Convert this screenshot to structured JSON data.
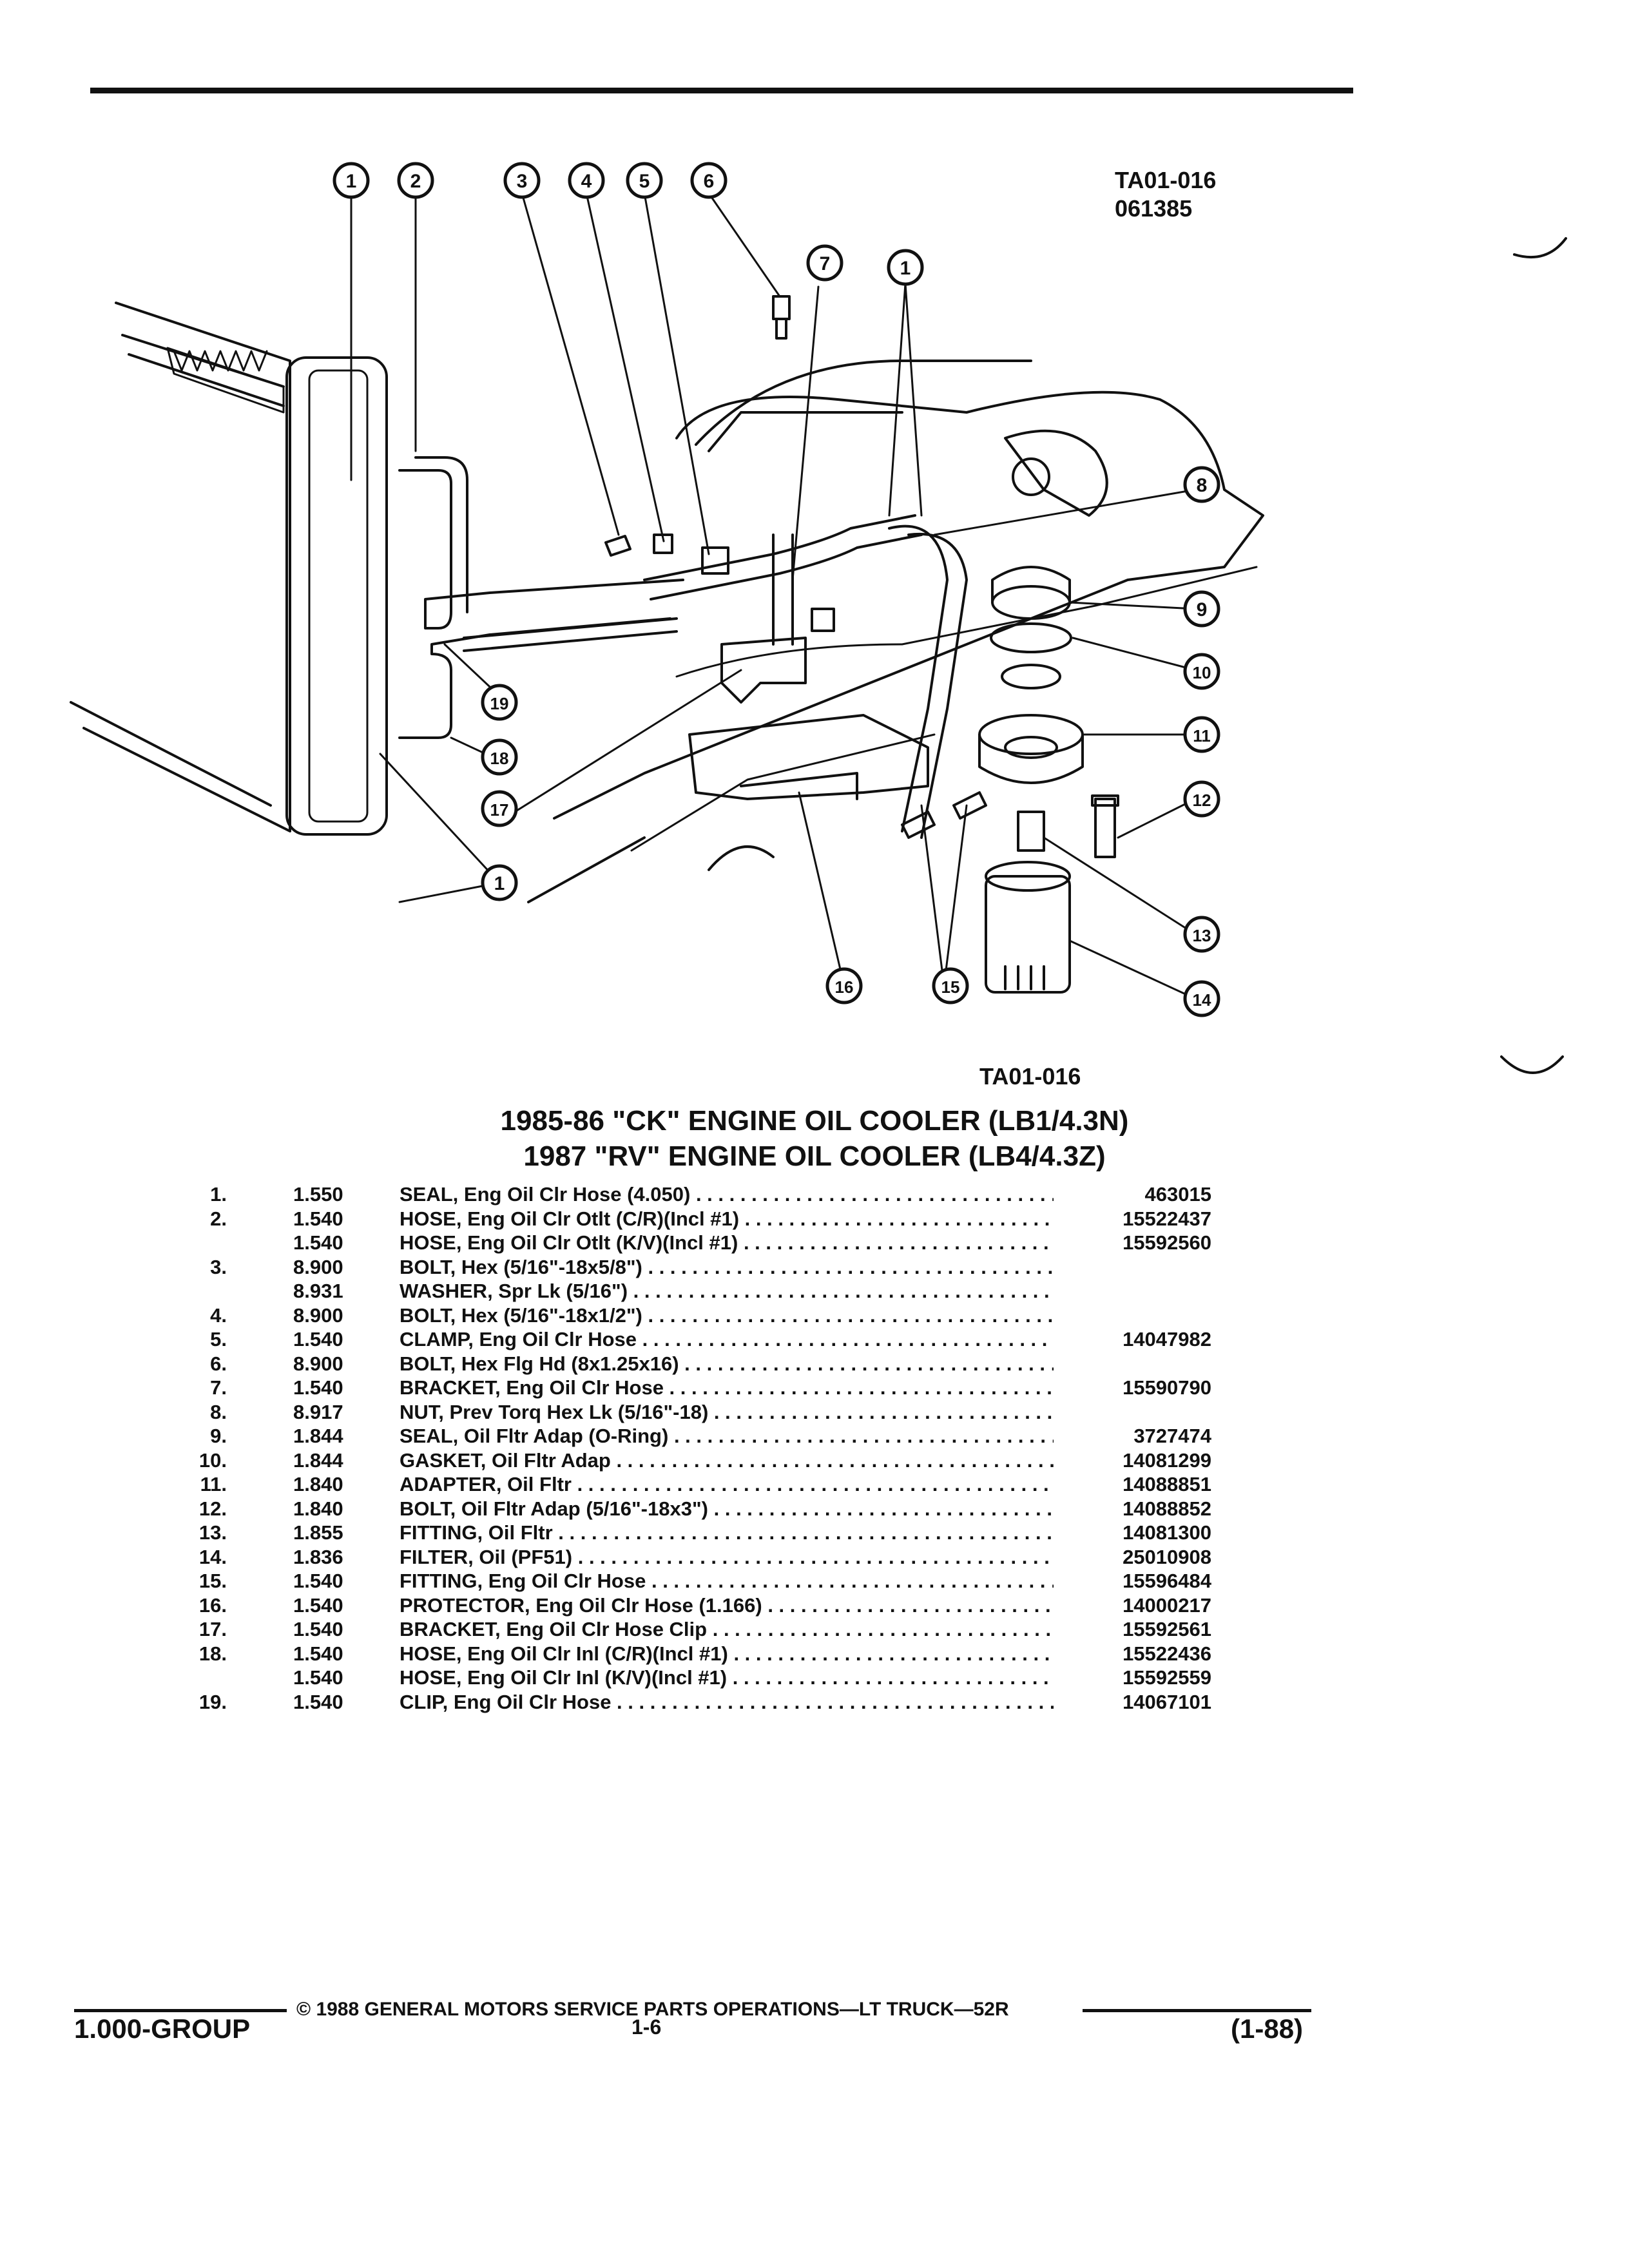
{
  "header": {
    "ref_code": "TA01-016",
    "ref_date": "061385",
    "figure_code": "TA01-016"
  },
  "callouts": [
    "1",
    "2",
    "3",
    "4",
    "5",
    "6",
    "7",
    "1",
    "8",
    "9",
    "10",
    "11",
    "12",
    "13",
    "14",
    "15",
    "16",
    "17",
    "18",
    "19",
    "1"
  ],
  "title": {
    "line1": "1985-86 \"CK\" ENGINE OIL COOLER (LB1/4.3N)",
    "line2": "1987 \"RV\" ENGINE OIL COOLER (LB4/4.3Z)"
  },
  "parts": [
    {
      "num": "1.",
      "code": "1.550",
      "desc": "SEAL, Eng Oil Clr Hose (4.050)",
      "pn": "463015"
    },
    {
      "num": "2.",
      "code": "1.540",
      "desc": "HOSE, Eng Oil Clr Otlt (C/R)(Incl #1)",
      "pn": "15522437"
    },
    {
      "num": "",
      "code": "1.540",
      "desc": "HOSE, Eng Oil Clr Otlt (K/V)(Incl #1)",
      "pn": "15592560"
    },
    {
      "num": "3.",
      "code": "8.900",
      "desc": "BOLT, Hex (5/16\"-18x5/8\")",
      "pn": ""
    },
    {
      "num": "",
      "code": "8.931",
      "desc": "WASHER, Spr Lk (5/16\")",
      "pn": ""
    },
    {
      "num": "4.",
      "code": "8.900",
      "desc": "BOLT, Hex (5/16\"-18x1/2\")",
      "pn": ""
    },
    {
      "num": "5.",
      "code": "1.540",
      "desc": "CLAMP, Eng Oil Clr Hose",
      "pn": "14047982"
    },
    {
      "num": "6.",
      "code": "8.900",
      "desc": "BOLT, Hex Flg Hd (8x1.25x16)",
      "pn": ""
    },
    {
      "num": "7.",
      "code": "1.540",
      "desc": "BRACKET, Eng Oil Clr Hose",
      "pn": "15590790"
    },
    {
      "num": "8.",
      "code": "8.917",
      "desc": "NUT, Prev Torq Hex Lk (5/16\"-18)",
      "pn": ""
    },
    {
      "num": "9.",
      "code": "1.844",
      "desc": "SEAL, Oil Fltr Adap (O-Ring)",
      "pn": "3727474"
    },
    {
      "num": "10.",
      "code": "1.844",
      "desc": "GASKET, Oil Fltr Adap",
      "pn": "14081299"
    },
    {
      "num": "11.",
      "code": "1.840",
      "desc": "ADAPTER, Oil Fltr",
      "pn": "14088851"
    },
    {
      "num": "12.",
      "code": "1.840",
      "desc": "BOLT, Oil Fltr Adap (5/16\"-18x3\")",
      "pn": "14088852"
    },
    {
      "num": "13.",
      "code": "1.855",
      "desc": "FITTING, Oil Fltr",
      "pn": "14081300"
    },
    {
      "num": "14.",
      "code": "1.836",
      "desc": "FILTER, Oil (PF51)",
      "pn": "25010908"
    },
    {
      "num": "15.",
      "code": "1.540",
      "desc": "FITTING, Eng Oil Clr Hose",
      "pn": "15596484"
    },
    {
      "num": "16.",
      "code": "1.540",
      "desc": "PROTECTOR, Eng Oil Clr Hose (1.166)",
      "pn": "14000217"
    },
    {
      "num": "17.",
      "code": "1.540",
      "desc": "BRACKET, Eng Oil Clr Hose Clip",
      "pn": "15592561"
    },
    {
      "num": "18.",
      "code": "1.540",
      "desc": "HOSE, Eng Oil Clr Inl (C/R)(Incl #1)",
      "pn": "15522436"
    },
    {
      "num": "",
      "code": "1.540",
      "desc": "HOSE, Eng Oil Clr Inl (K/V)(Incl #1)",
      "pn": "15592559"
    },
    {
      "num": "19.",
      "code": "1.540",
      "desc": "CLIP, Eng Oil Clr Hose",
      "pn": "14067101"
    }
  ],
  "footer": {
    "copyright": "© 1988 GENERAL MOTORS SERVICE PARTS OPERATIONS—LT TRUCK—52R",
    "group": "1.000-GROUP",
    "page": "1-6",
    "date": "(1-88)"
  }
}
